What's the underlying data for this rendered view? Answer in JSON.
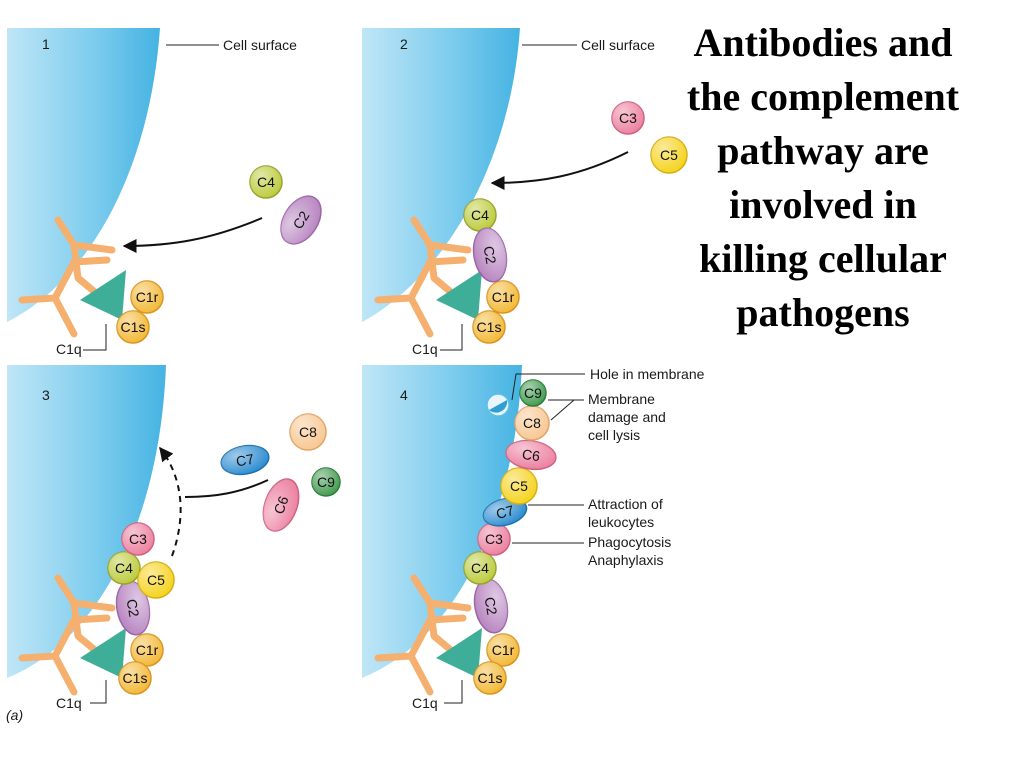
{
  "title": {
    "lines": [
      "Antibodies and",
      "the complement",
      "pathway are",
      "involved in",
      "killing cellular",
      "pathogens"
    ]
  },
  "panels": [
    {
      "number": "1",
      "cell_surface_label": "Cell surface",
      "c1q_label": "C1q",
      "components": [
        "C1r",
        "C1s",
        "C4",
        "C2"
      ]
    },
    {
      "number": "2",
      "cell_surface_label": "Cell surface",
      "c1q_label": "C1q",
      "components": [
        "C1r",
        "C1s",
        "C4",
        "C2",
        "C3",
        "C5"
      ]
    },
    {
      "number": "3",
      "c1q_label": "C1q",
      "components": [
        "C1r",
        "C1s",
        "C2",
        "C4",
        "C3",
        "C5",
        "C7",
        "C8",
        "C6",
        "C9"
      ]
    },
    {
      "number": "4",
      "c1q_label": "C1q",
      "components": [
        "C1r",
        "C1s",
        "C2",
        "C4",
        "C3",
        "C7",
        "C5",
        "C6",
        "C8",
        "C9"
      ],
      "annotations": {
        "hole": "Hole in membrane",
        "membrane_damage": [
          "Membrane",
          "damage and",
          "cell lysis"
        ],
        "attraction": [
          "Attraction of",
          "leukocytes"
        ],
        "phago": [
          "Phagocytosis",
          "Anaphylaxis"
        ]
      }
    }
  ],
  "figure_label": "(a)",
  "colors": {
    "cell": "#5fbfe6",
    "antibody": "#f5b070",
    "c1q": "#3fae98",
    "C1r": "#f3b834",
    "C1s": "#f3b834",
    "C4": "#bccb3a",
    "C2": "#b784c0",
    "C3": "#ec7f9e",
    "C5": "#f5d21a",
    "C6": "#ec7fa0",
    "C7": "#2a8bd0",
    "C8": "#f8c690",
    "C9": "#3f9a4e"
  }
}
